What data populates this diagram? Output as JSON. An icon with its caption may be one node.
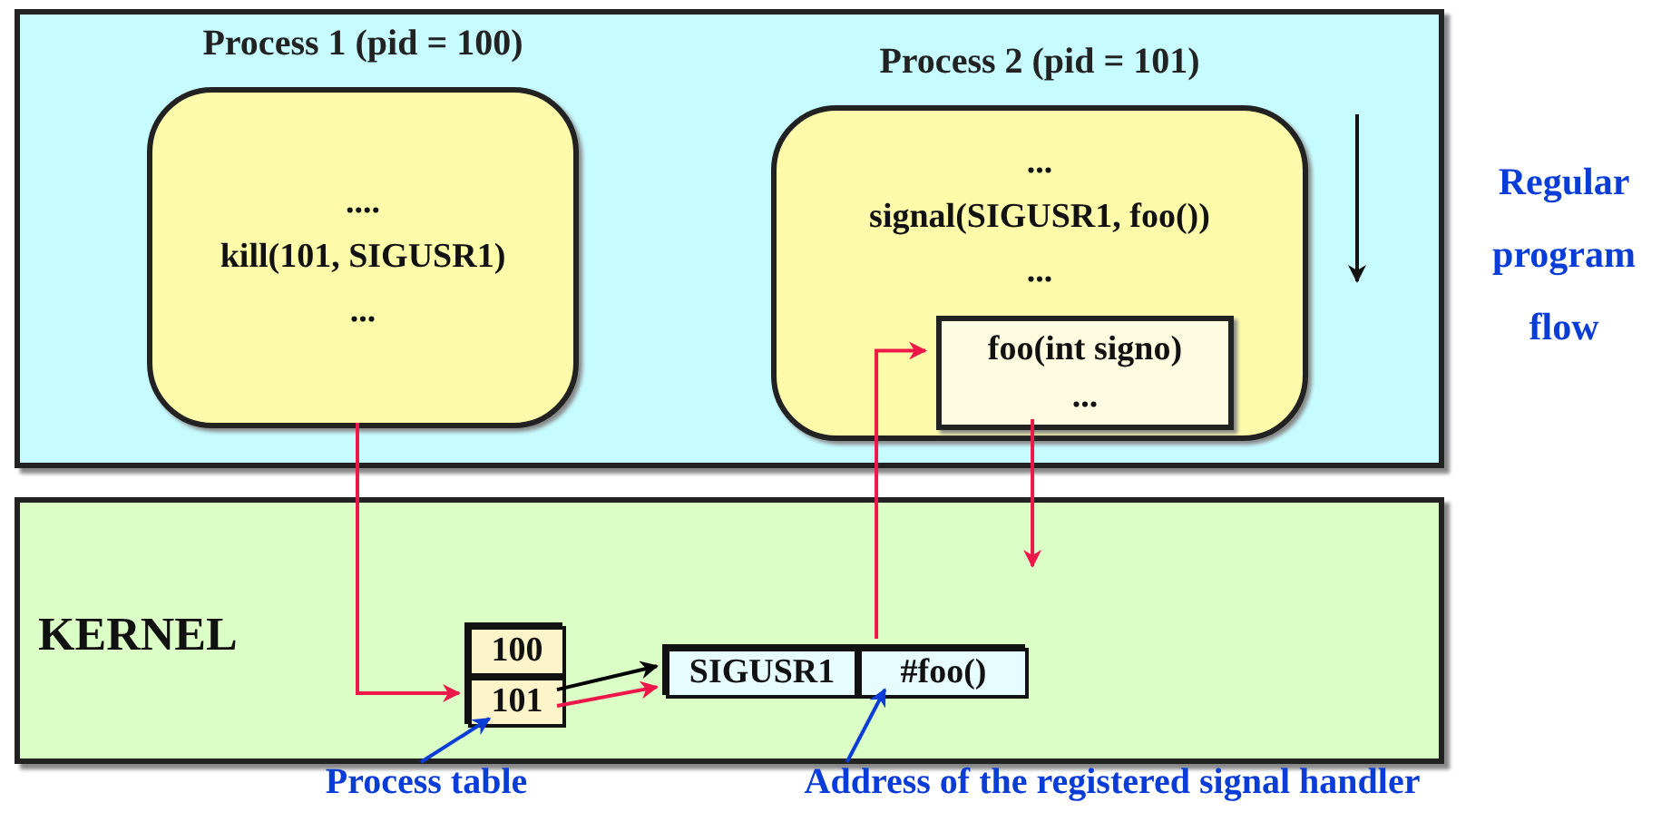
{
  "diagram": {
    "nodes": [
      {
        "text": [],
        "shape": "box"
      },
      {
        "text": [
          "Process 1 (pid = 100)",
          "....",
          "kill(101, SIGUSR1)",
          "..."
        ],
        "in": 0
      },
      {
        "text": [
          "Process 2 (pid = 101)",
          "...",
          "signal(SIGUSR1, foo())",
          "..."
        ],
        "in": 0
      },
      {
        "text": [
          "foo(int signo)",
          "..."
        ],
        "in": 2
      },
      {
        "text": [
          "KERNEL"
        ]
      },
      {
        "text": [],
        "shape": "box",
        "in": 4
      },
      {
        "text": [
          "100"
        ],
        "in": 5
      },
      {
        "text": [
          "101"
        ],
        "in": 5
      },
      {
        "text": [],
        "shape": "box",
        "in": 4
      },
      {
        "text": [
          "SIGUSR1"
        ],
        "in": 8
      },
      {
        "text": [
          "#foo()"
        ],
        "in": 8
      },
      {
        "text": [
          "Process table"
        ]
      },
      {
        "text": [
          "Address of the registered signal handler"
        ]
      }
    ],
    "edges": [
      {
        "from": 1,
        "to": 7,
        "arrow": "to"
      },
      {
        "from": 7,
        "to": 8,
        "arrow": "to",
        "color": "#000000"
      },
      {
        "from": 7,
        "to": 8,
        "arrow": "to"
      },
      {
        "from": 10,
        "to": 3,
        "arrow": "to"
      },
      {
        "from": 3,
        "to": null,
        "arrow": "to"
      },
      {
        "from": 11,
        "to": 5,
        "arrow": "to",
        "color": "#0a3cd8"
      },
      {
        "from": 12,
        "to": 10,
        "arrow": "to",
        "color": "#0a3cd8"
      }
    ],
    "labels": [
      "Regular program flow"
    ]
  }
}
